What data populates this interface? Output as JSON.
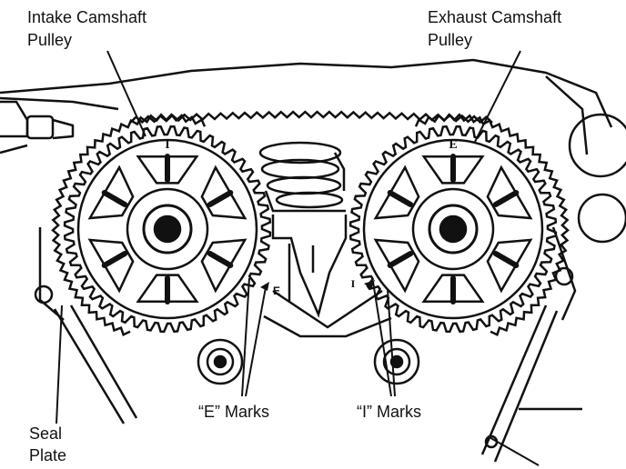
{
  "labels": {
    "intake_line1": "Intake Camshaft",
    "intake_line2": "Pulley",
    "exhaust_line1": "Exhaust Camshaft",
    "exhaust_line2": "Pulley",
    "e_marks": "“E” Marks",
    "i_marks": "“I” Marks",
    "seal_line1": "Seal",
    "seal_line2": "Plate"
  },
  "pulley_marks": {
    "intake_top": "I",
    "exhaust_top": "E",
    "intake_side": "E",
    "exhaust_side": "I"
  },
  "colors": {
    "ink": "#111111",
    "paper": "#ffffff"
  }
}
